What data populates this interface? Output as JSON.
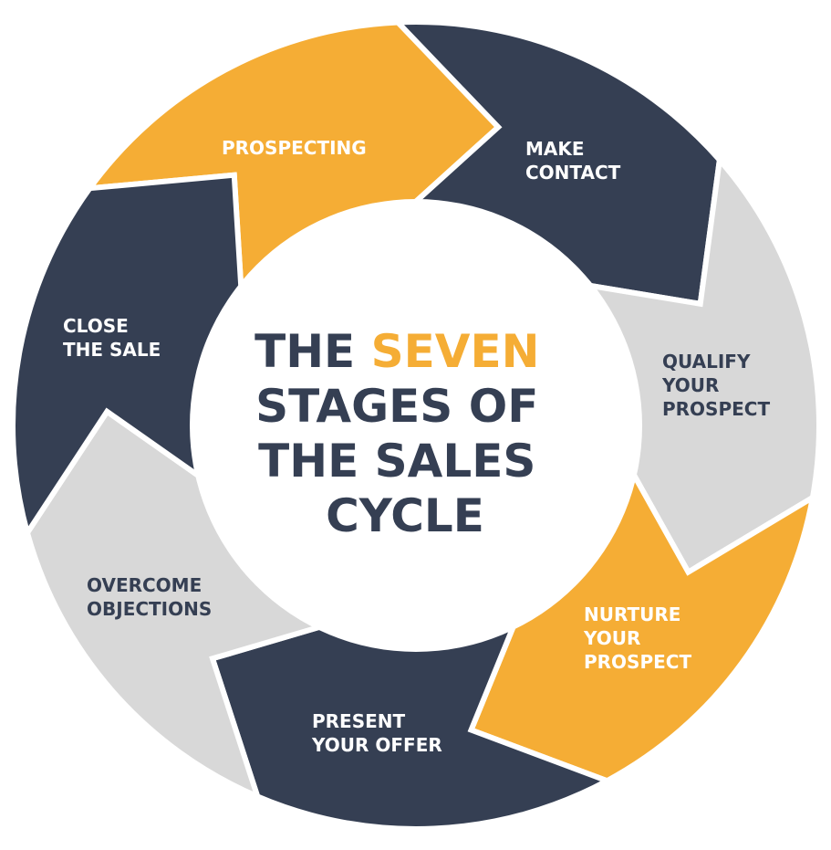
{
  "title": {
    "line1_prefix": "THE ",
    "line1_highlight": "SEVEN",
    "line2": "STAGES OF",
    "line3": "THE SALES",
    "line4": "CYCLE"
  },
  "stages": [
    {
      "lines": [
        "PROSPECTING"
      ],
      "fill": "#f5ad35",
      "text": "#ffffff"
    },
    {
      "lines": [
        "MAKE",
        "CONTACT"
      ],
      "fill": "#353f53",
      "text": "#ffffff"
    },
    {
      "lines": [
        "QUALIFY",
        "YOUR",
        "PROSPECT"
      ],
      "fill": "#d8d8d8",
      "text": "#353f53"
    },
    {
      "lines": [
        "NURTURE",
        "YOUR",
        "PROSPECT"
      ],
      "fill": "#f5ad35",
      "text": "#ffffff"
    },
    {
      "lines": [
        "PRESENT",
        "YOUR OFFER"
      ],
      "fill": "#353f53",
      "text": "#ffffff"
    },
    {
      "lines": [
        "OVERCOME",
        "OBJECTIONS"
      ],
      "fill": "#d8d8d8",
      "text": "#353f53"
    },
    {
      "lines": [
        "CLOSE",
        "THE SALE"
      ],
      "fill": "#353f53",
      "text": "#ffffff"
    }
  ],
  "colors": {
    "navy": "#353f53",
    "amber": "#f5ad35",
    "gray": "#d8d8d8",
    "white": "#ffffff"
  }
}
